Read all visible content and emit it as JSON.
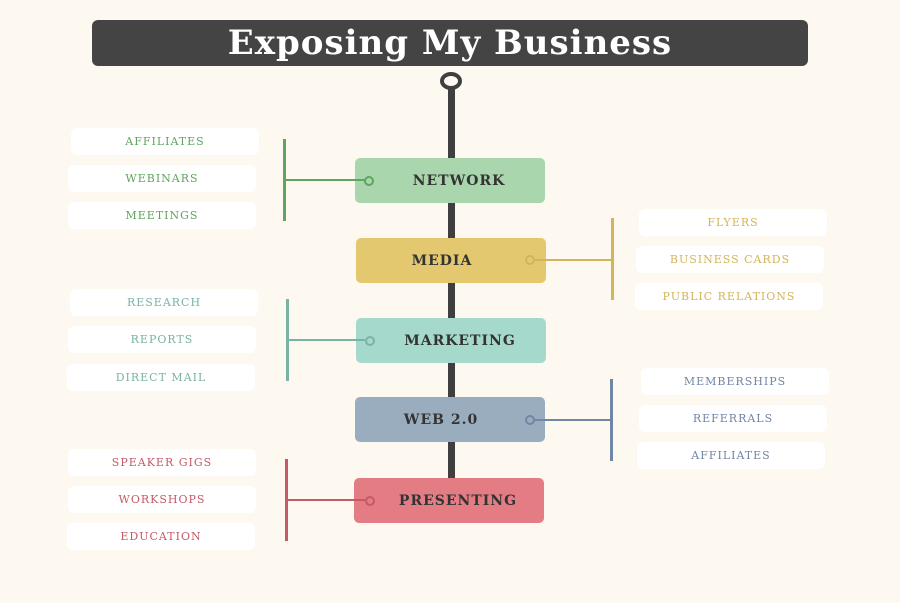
{
  "title": "Exposing My Business",
  "colors": {
    "background": "#fdf8f0",
    "title_bar": "#444444",
    "spine": "#3f3f3f",
    "network": "#a9d6ad",
    "network_line": "#5fa55f",
    "media": "#e3c86f",
    "media_line": "#d4b45a",
    "marketing": "#a5d9cc",
    "marketing_line": "#7ab3a5",
    "web": "#9aadbf",
    "web_line": "#6f86a6",
    "presenting": "#e47c84",
    "presenting_line": "#c45a67"
  },
  "branches": [
    {
      "id": "network",
      "label": "NETWORK",
      "side": "left",
      "items": [
        "AFFILIATES",
        "WEBINARS",
        "MEETINGS"
      ]
    },
    {
      "id": "media",
      "label": "MEDIA",
      "side": "right",
      "items": [
        "FLYERS",
        "BUSINESS CARDS",
        "PUBLIC RELATIONS"
      ]
    },
    {
      "id": "marketing",
      "label": "MARKETING",
      "side": "left",
      "items": [
        "RESEARCH",
        "REPORTS",
        "DIRECT MAIL"
      ]
    },
    {
      "id": "web",
      "label": "WEB 2.0",
      "side": "right",
      "items": [
        "MEMBERSHIPS",
        "REFERRALS",
        "AFFILIATES"
      ]
    },
    {
      "id": "presenting",
      "label": "PRESENTING",
      "side": "left",
      "items": [
        "SPEAKER GIGS",
        "WORKSHOPS",
        "EDUCATION"
      ]
    }
  ]
}
